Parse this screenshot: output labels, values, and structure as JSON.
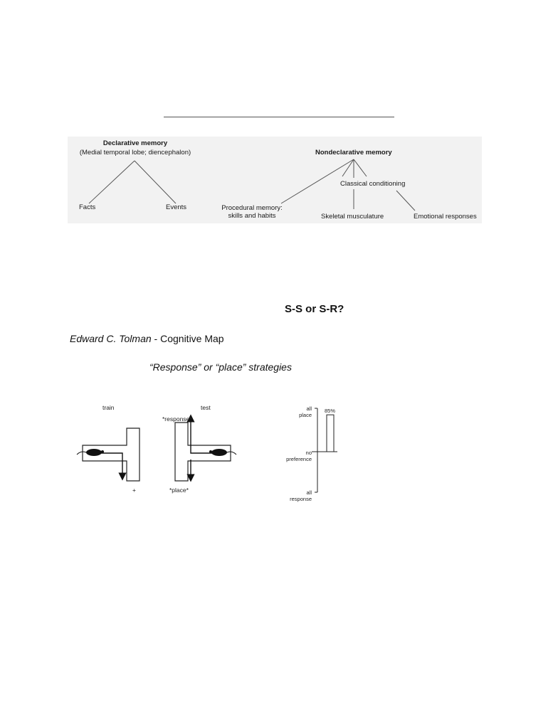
{
  "memory_tree": {
    "declarative": {
      "title": "Declarative memory",
      "subtitle": "(Medial temporal lobe; diencephalon)",
      "children": [
        "Facts",
        "Events"
      ]
    },
    "nondeclarative": {
      "title": "Nondeclarative memory",
      "procedural_line1": "Procedural memory:",
      "procedural_line2": "skills and habits",
      "classical": "Classical conditioning",
      "skeletal": "Skeletal musculature",
      "emotional": "Emotional responses"
    }
  },
  "heading": "S-S or S-R?",
  "tolman": {
    "name": "Edward C. Tolman",
    "rest": " - Cognitive Map"
  },
  "strategies_text": "“Response” or “place” strategies",
  "maze_figure": {
    "train_label": "train",
    "test_label": "test",
    "response_label": "*response*",
    "place_label": "*place*",
    "plus_label": "+"
  },
  "chart_data": {
    "type": "bar",
    "categories": [
      ""
    ],
    "values": [
      85
    ],
    "value_labels": [
      "85%"
    ],
    "axis_labels": {
      "top_line1": "all",
      "top_line2": "place",
      "mid_line1": "no",
      "mid_line2": "preference",
      "bottom_line1": "all",
      "bottom_line2": "response"
    },
    "ylim": [
      -100,
      100
    ]
  }
}
